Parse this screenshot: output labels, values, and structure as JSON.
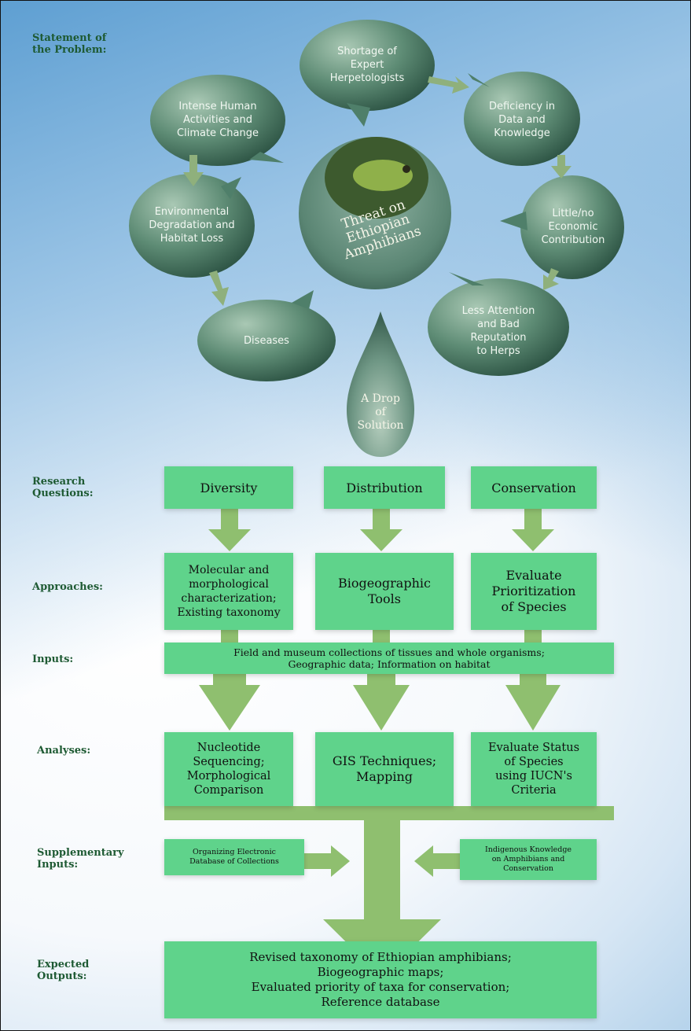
{
  "labels": {
    "statement": "Statement of\nthe Problem:",
    "research": "Research\nQuestions:",
    "approaches": "Approaches:",
    "inputs": "Inputs:",
    "analyses": "Analyses:",
    "supplementary": "Supplementary\nInputs:",
    "outputs": "Expected\nOutputs:"
  },
  "problem": {
    "center_title": "Threat on\nEthiopian\nAmphibians",
    "bubbles": [
      "Shortage of\nExpert\nHerpetologists",
      "Deficiency in\nData and\nKnowledge",
      "Little/no\nEconomic\nContribution",
      "Less Attention\nand Bad\nReputation\nto Herps",
      "Diseases",
      "Environmental\nDegradation and\nHabitat Loss",
      "Intense Human\nActivities and\nClimate Change"
    ],
    "drop": "A Drop\nof\nSolution"
  },
  "research_questions": [
    "Diversity",
    "Distribution",
    "Conservation"
  ],
  "approaches": [
    "Molecular and\nmorphological\ncharacterization;\nExisting taxonomy",
    "Biogeographic\nTools",
    "Evaluate\nPrioritization\nof Species"
  ],
  "inputs": "Field and museum collections of tissues and whole organisms;\nGeographic data; Information on habitat",
  "analyses": [
    "Nucleotide\nSequencing;\nMorphological\nComparison",
    "GIS Techniques;\nMapping",
    "Evaluate Status\nof Species\nusing IUCN's\nCriteria"
  ],
  "supplementary": [
    "Organizing Electronic\nDatabase of Collections",
    "Indigenous Knowledge\non Amphibians and\nConservation"
  ],
  "outputs": "Revised taxonomy of Ethiopian amphibians;\nBiogeographic maps;\nEvaluated priority of taxa for conservation;\nReference database",
  "colors": {
    "box": "#5fd38b",
    "arrow": "#8fbf6f",
    "bubble": "#4f7f6a",
    "label": "#1e5a33"
  }
}
